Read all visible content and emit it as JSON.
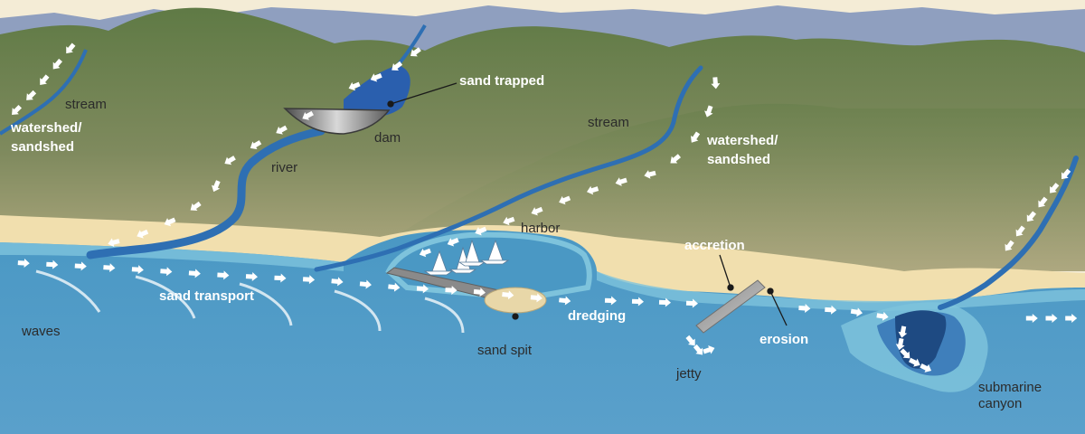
{
  "labels": {
    "stream_left": "stream",
    "watershed_left_1": "watershed/",
    "watershed_left_2": "sandshed",
    "sand_trapped": "sand trapped",
    "dam": "dam",
    "river": "river",
    "stream_mid": "stream",
    "watershed_right_1": "watershed/",
    "watershed_right_2": "sandshed",
    "harbor": "harbor",
    "accretion": "accretion",
    "sand_transport": "sand transport",
    "waves": "waves",
    "sand_spit": "sand spit",
    "dredging": "dredging",
    "erosion": "erosion",
    "jetty": "jetty",
    "submarine_1": "submarine",
    "submarine_2": "canyon"
  },
  "colors": {
    "sky": "#f4ecd6",
    "far_mountains": "#8f9fbf",
    "hill_top": "#5f7a45",
    "hill_bottom": "#a4a27a",
    "beach": "#f1dfae",
    "ocean_top": "#4f9ac5",
    "ocean_bottom": "#5a9fca",
    "shallow": "#7ec3dc",
    "stream_blue": "#2e6fb3",
    "reservoir": "#2a5fae",
    "canyon_dark": "#1e4a82",
    "arrow": "#ffffff"
  }
}
